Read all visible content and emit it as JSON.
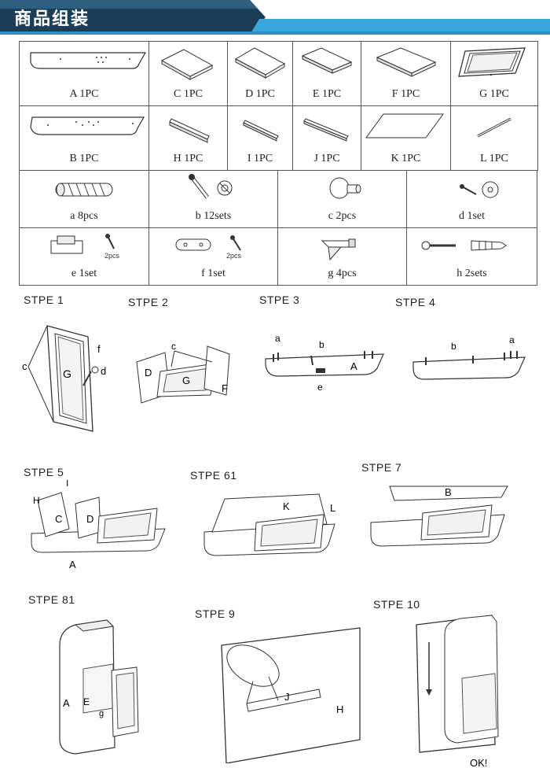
{
  "header": {
    "title": "商品组装"
  },
  "parts": {
    "A": "A 1PC",
    "B": "B 1PC",
    "C": "C 1PC",
    "D": "D 1PC",
    "E": "E 1PC",
    "F": "F 1PC",
    "G": "G 1PC",
    "H": "H 1PC",
    "I": "I 1PC",
    "J": "J 1PC",
    "K": "K 1PC",
    "L": "L 1PC",
    "a": "a 8pcs",
    "b": "b 12sets",
    "c": "c 2pcs",
    "d": "d 1set",
    "e": "e 1set",
    "f": "f 1set",
    "g": "g 4pcs",
    "h": "h 2sets",
    "qty_note": "2pcs"
  },
  "steps": {
    "s1": "STPE 1",
    "s2": "STPE 2",
    "s3": "STPE 3",
    "s4": "STPE 4",
    "s5": "STPE 5",
    "s6": "STPE 61",
    "s7": "STPE 7",
    "s8": "STPE 81",
    "s9": "STPE 9",
    "s10": "STPE 10"
  },
  "callouts": {
    "c": "c",
    "G": "G",
    "f": "f",
    "d": "d",
    "D": "D",
    "F": "F",
    "a": "a",
    "b": "b",
    "A": "A",
    "e": "e",
    "I": "I",
    "H": "H",
    "C": "C",
    "K": "K",
    "L": "L",
    "B": "B",
    "E": "E",
    "g": "g",
    "J": "J",
    "ok": "OK!"
  }
}
